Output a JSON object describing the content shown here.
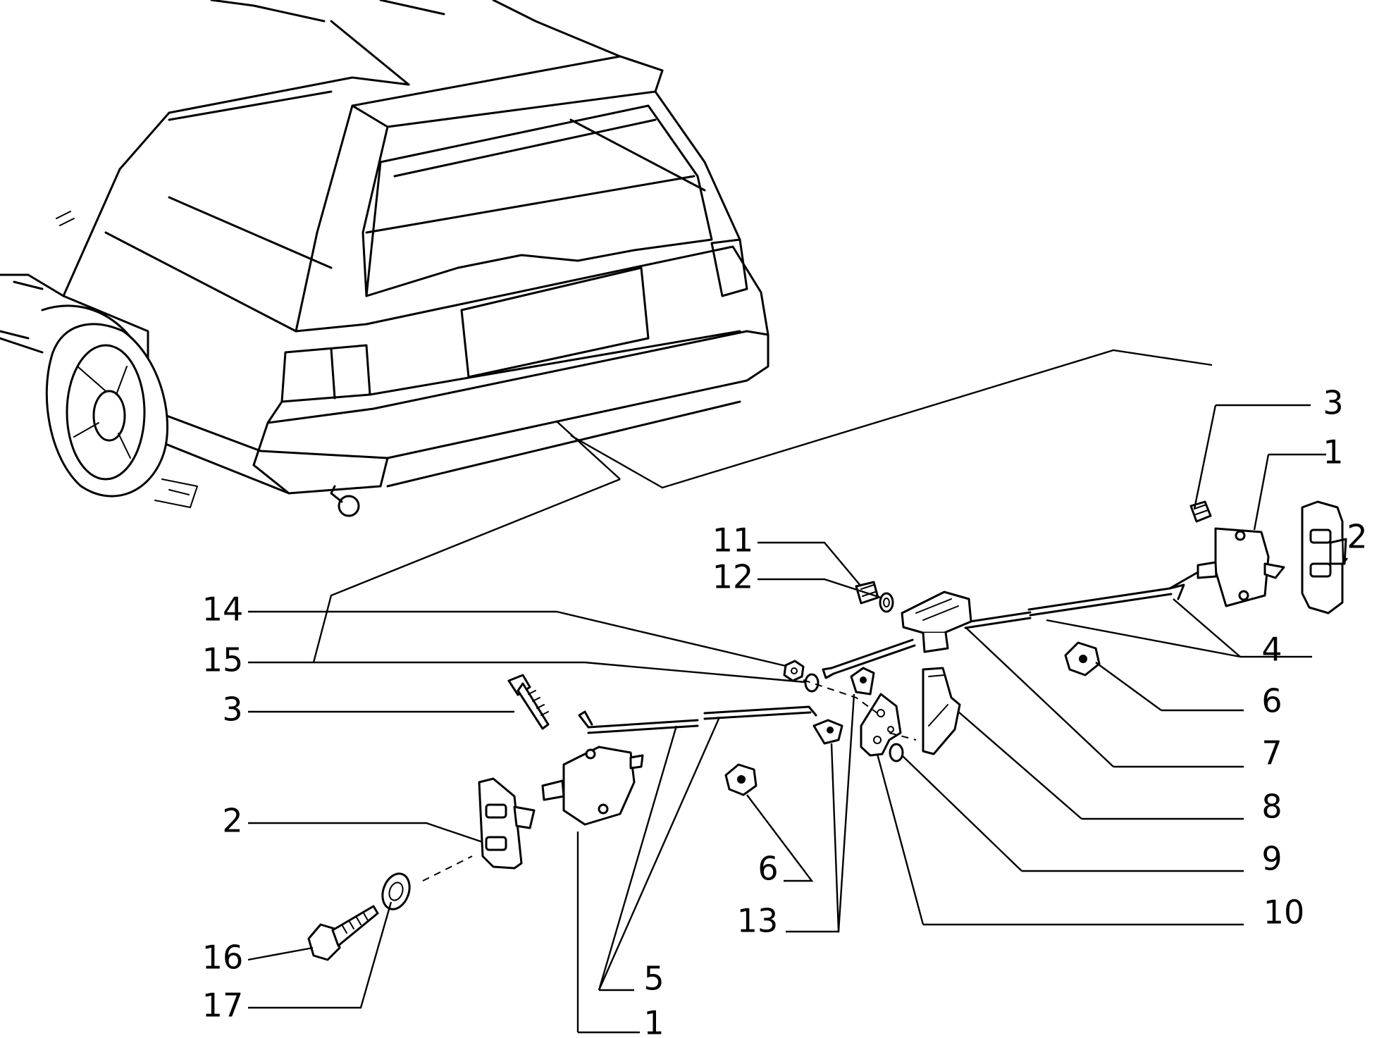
{
  "callouts": [
    {
      "id": "c-3-top",
      "text": "3"
    },
    {
      "id": "c-1-top",
      "text": "1"
    },
    {
      "id": "c-2-top",
      "text": "2"
    },
    {
      "id": "c-11",
      "text": "11"
    },
    {
      "id": "c-12",
      "text": "12"
    },
    {
      "id": "c-14",
      "text": "14"
    },
    {
      "id": "c-15",
      "text": "15"
    },
    {
      "id": "c-3-left",
      "text": "3"
    },
    {
      "id": "c-2-left",
      "text": "2"
    },
    {
      "id": "c-16",
      "text": "16"
    },
    {
      "id": "c-17",
      "text": "17"
    },
    {
      "id": "c-5",
      "text": "5"
    },
    {
      "id": "c-1-bottom",
      "text": "1"
    },
    {
      "id": "c-6-mid",
      "text": "6"
    },
    {
      "id": "c-13",
      "text": "13"
    },
    {
      "id": "c-4",
      "text": "4"
    },
    {
      "id": "c-6-right",
      "text": "6"
    },
    {
      "id": "c-7",
      "text": "7"
    },
    {
      "id": "c-8",
      "text": "8"
    },
    {
      "id": "c-9",
      "text": "9"
    },
    {
      "id": "c-10",
      "text": "10"
    }
  ],
  "colors": {
    "ink": "#000000",
    "paper": "#ffffff"
  }
}
